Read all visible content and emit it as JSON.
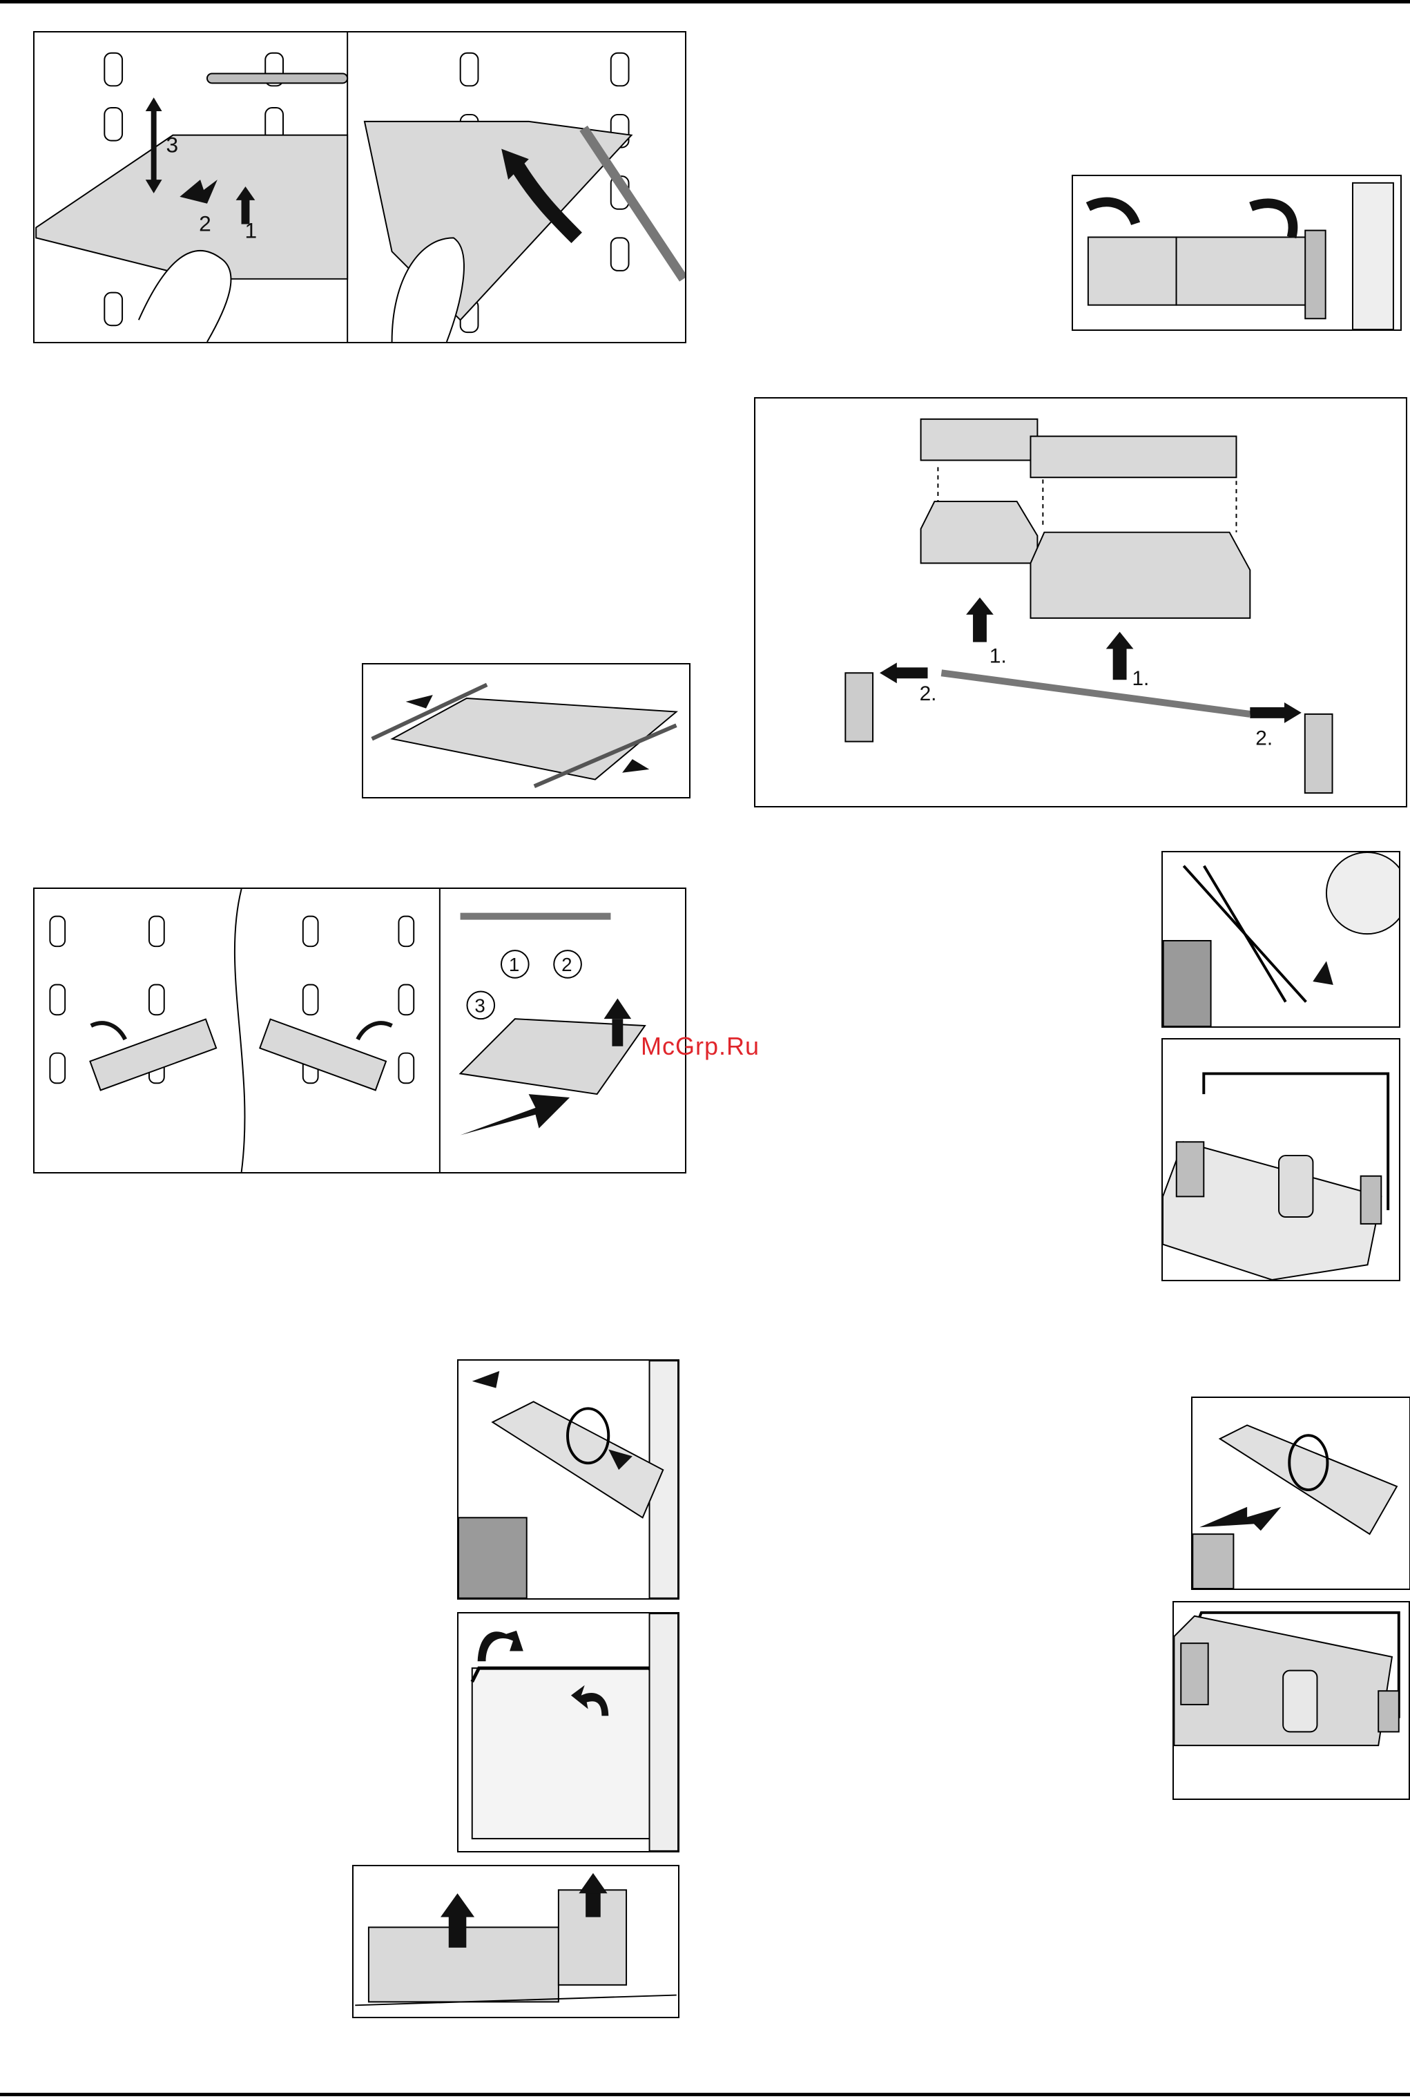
{
  "watermark": "McGrp.Ru",
  "fig_shelf_removal": {
    "step1": "1",
    "step2": "2",
    "step3": "3"
  },
  "fig_door_rack": {
    "step_lift": "1.",
    "step_lift_b": "1.",
    "step_slide": "2.",
    "step_slide_b": "2."
  },
  "fig_shelf_stop": {
    "part1": "1",
    "part2": "2",
    "part3": "3"
  },
  "colors": {
    "line": "#000000",
    "fill": "#d9d9d9",
    "dark_fill": "#9a9a9a",
    "arrow": "#111111",
    "watermark": "#e0262c"
  }
}
